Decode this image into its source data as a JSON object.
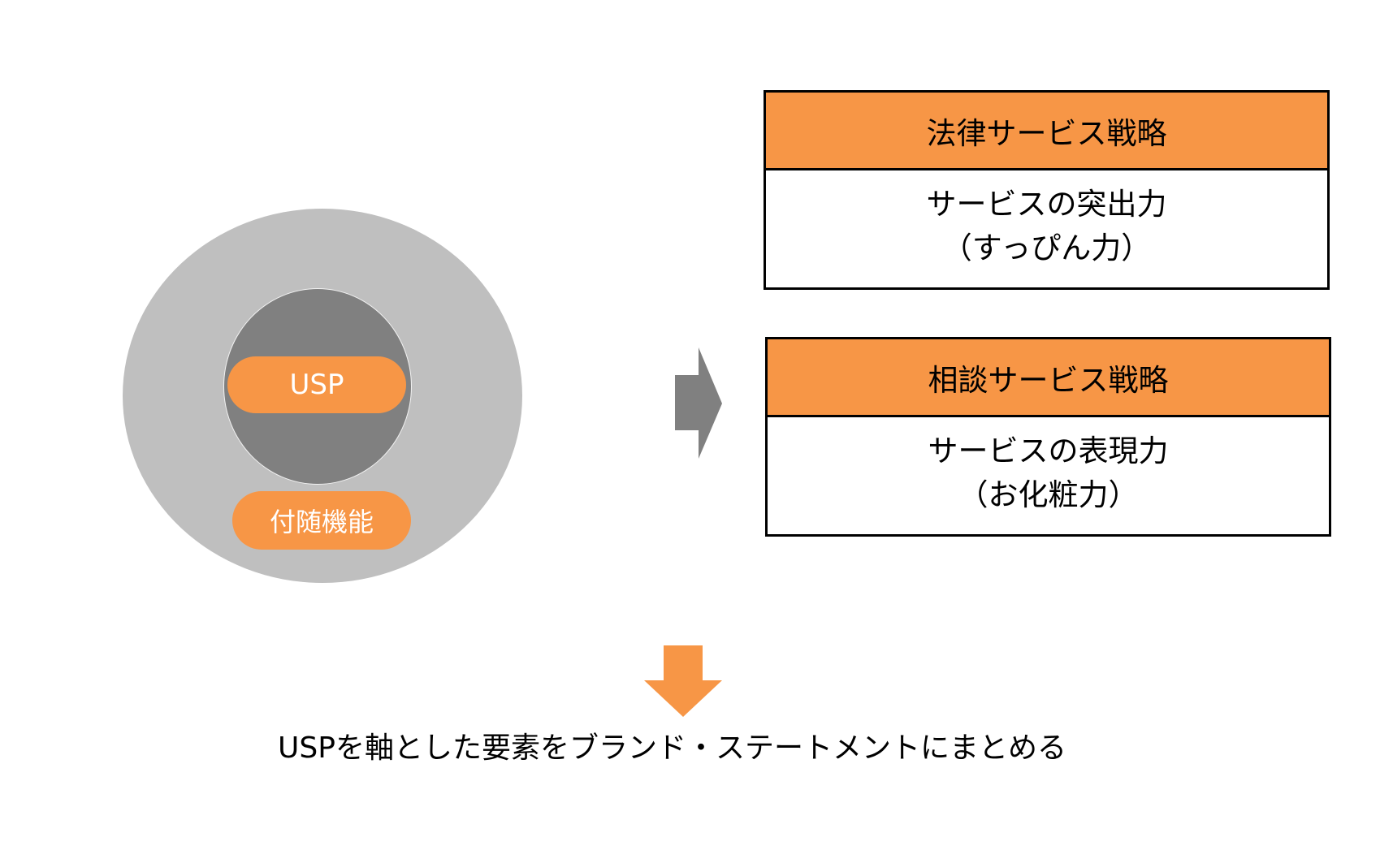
{
  "colors": {
    "accent_orange": "#F79646",
    "outer_gray": "#BFBFBF",
    "inner_gray": "#808080",
    "border": "#000000"
  },
  "left_diagram": {
    "core_label": "USP",
    "peripheral_label": "付随機能"
  },
  "right_arrow_icon": "arrow-right",
  "strategies": [
    {
      "title": "法律サービス戦略",
      "line1": "サービスの突出力",
      "line2": "（すっぴん力）"
    },
    {
      "title": "相談サービス戦略",
      "line1": "サービスの表現力",
      "line2": "（お化粧力）"
    }
  ],
  "down_arrow_icon": "arrow-down",
  "conclusion": "USPを軸とした要素をブランド・ステートメントにまとめる"
}
